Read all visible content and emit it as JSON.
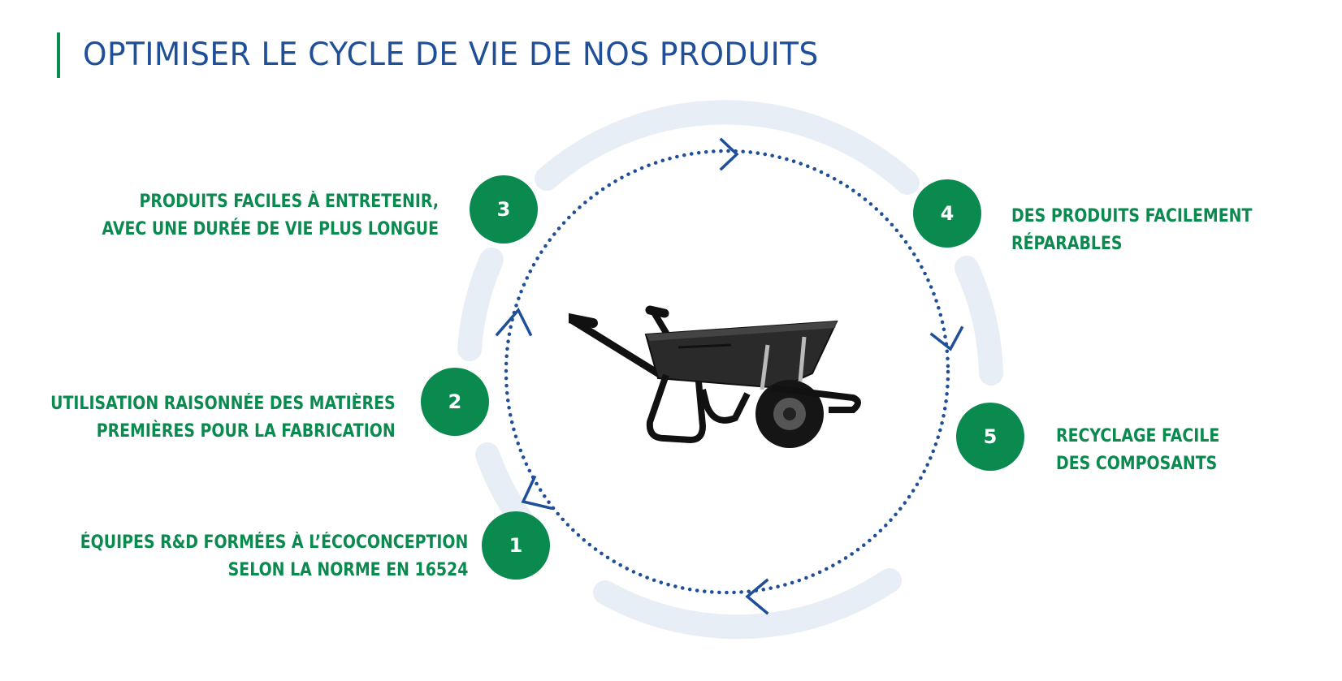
{
  "page": {
    "title": "OPTIMISER LE CYCLE DE VIE DE NOS PRODUITS"
  },
  "colors": {
    "title_blue": "#1f4f99",
    "accent_green": "#0a8a4f",
    "dotted_ring_blue": "#1f4f99",
    "faint_ring": "#e6edf5"
  },
  "center_image": {
    "icon": "wheelbarrow-icon"
  },
  "steps": [
    {
      "number": "1",
      "lines": [
        "ÉQUIPES R&D FORMÉES À L’ÉCOCONCEPTION",
        "SELON LA NORME EN 16524"
      ]
    },
    {
      "number": "2",
      "lines": [
        "UTILISATION RAISONNÉE DES MATIÈRES",
        "PREMIÈRES POUR LA FABRICATION"
      ]
    },
    {
      "number": "3",
      "lines": [
        "PRODUITS FACILES À ENTRETENIR,",
        "AVEC UNE DURÉE DE VIE PLUS LONGUE"
      ]
    },
    {
      "number": "4",
      "lines": [
        "DES PRODUITS FACILEMENT",
        "RÉPARABLES"
      ]
    },
    {
      "number": "5",
      "lines": [
        "RECYCLAGE FACILE",
        "DES COMPOSANTS"
      ]
    }
  ]
}
